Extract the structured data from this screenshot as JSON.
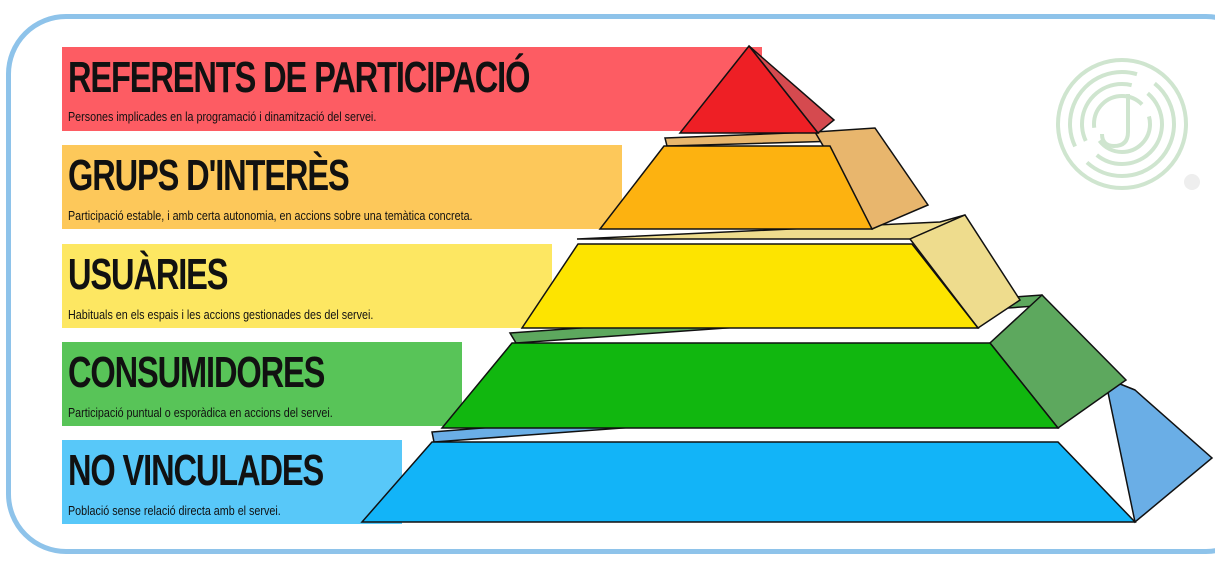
{
  "levels": [
    {
      "title": "REFERENTS DE PARTICIPACIÓ",
      "description": "Persones implicades en la programació i dinamització del servei.",
      "band_color": "#fd5c63",
      "front_color": "#ee1f25",
      "side_color": "#d54a4f"
    },
    {
      "title": "GRUPS D'INTERÈS",
      "description": "Participació estable, i amb certa autonomia, en accions sobre una temàtica concreta.",
      "band_color": "#fdc85a",
      "front_color": "#fdb210",
      "side_color": "#e8b66d"
    },
    {
      "title": "USUÀRIES",
      "description": "Habituals en els espais i les accions gestionades des del servei.",
      "band_color": "#fde762",
      "front_color": "#fde400",
      "side_color": "#eedc8d"
    },
    {
      "title": "CONSUMIDORES",
      "description": "Participació puntual o esporàdica en accions del servei.",
      "band_color": "#58c458",
      "front_color": "#11b70f",
      "side_color": "#5da85e"
    },
    {
      "title": "NO VINCULADES",
      "description": "Població sense relació directa amb el servei.",
      "band_color": "#58c8f9",
      "front_color": "#12b4f8",
      "side_color": "#6aaee6"
    }
  ],
  "frame_color": "#8ec3ea",
  "logo_color": "#cfe5cf"
}
